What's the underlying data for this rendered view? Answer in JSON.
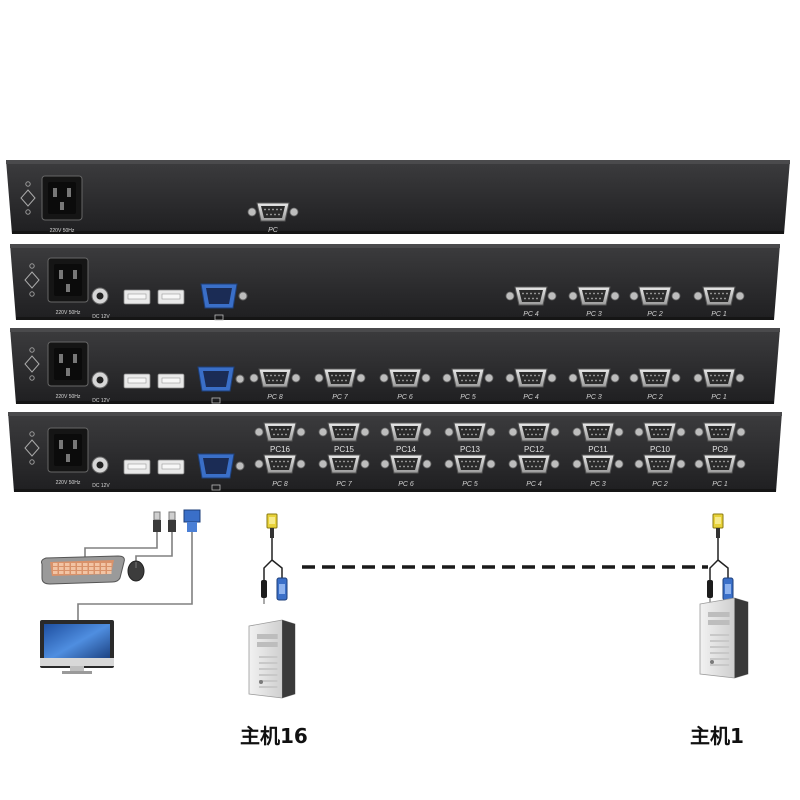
{
  "units": [
    {
      "name": "kvm-1-port",
      "power_label": "220V  50Hz",
      "ports": [
        {
          "label": "PC"
        }
      ]
    },
    {
      "name": "kvm-4-port",
      "power_label": "220V  50Hz",
      "dc_label": "DC 12V",
      "ports": [
        {
          "label": "PC 4"
        },
        {
          "label": "PC 3"
        },
        {
          "label": "PC 2"
        },
        {
          "label": "PC 1"
        }
      ]
    },
    {
      "name": "kvm-8-port",
      "power_label": "220V  50Hz",
      "dc_label": "DC 12V",
      "ports": [
        {
          "label": "PC 8"
        },
        {
          "label": "PC 7"
        },
        {
          "label": "PC 6"
        },
        {
          "label": "PC 5"
        },
        {
          "label": "PC 4"
        },
        {
          "label": "PC 3"
        },
        {
          "label": "PC 2"
        },
        {
          "label": "PC 1"
        }
      ]
    },
    {
      "name": "kvm-16-port",
      "power_label": "220V  50Hz",
      "dc_label": "DC 12V",
      "ports_top": [
        {
          "label": "PC16"
        },
        {
          "label": "PC15"
        },
        {
          "label": "PC14"
        },
        {
          "label": "PC13"
        },
        {
          "label": "PC12"
        },
        {
          "label": "PC11"
        },
        {
          "label": "PC10"
        },
        {
          "label": "PC9"
        }
      ],
      "ports_bottom": [
        {
          "label": "PC 8"
        },
        {
          "label": "PC 7"
        },
        {
          "label": "PC 6"
        },
        {
          "label": "PC 5"
        },
        {
          "label": "PC 4"
        },
        {
          "label": "PC 3"
        },
        {
          "label": "PC 2"
        },
        {
          "label": "PC 1"
        }
      ]
    }
  ],
  "hosts": {
    "left_label": "主机16",
    "right_label": "主机1"
  },
  "colors": {
    "chassis": "#2c2c2e",
    "chassis_top": "#4a4a4c",
    "vga_blue": "#3a6fc8",
    "cable_gray": "#808080",
    "dash": "#1a1a1a",
    "yellow_plug": "#e8d23a"
  },
  "icons": [
    "power-socket-icon",
    "keyboard-icon",
    "mouse-icon",
    "monitor-icon",
    "pc-tower-icon",
    "usb-plug-icon",
    "vga-plug-icon"
  ]
}
